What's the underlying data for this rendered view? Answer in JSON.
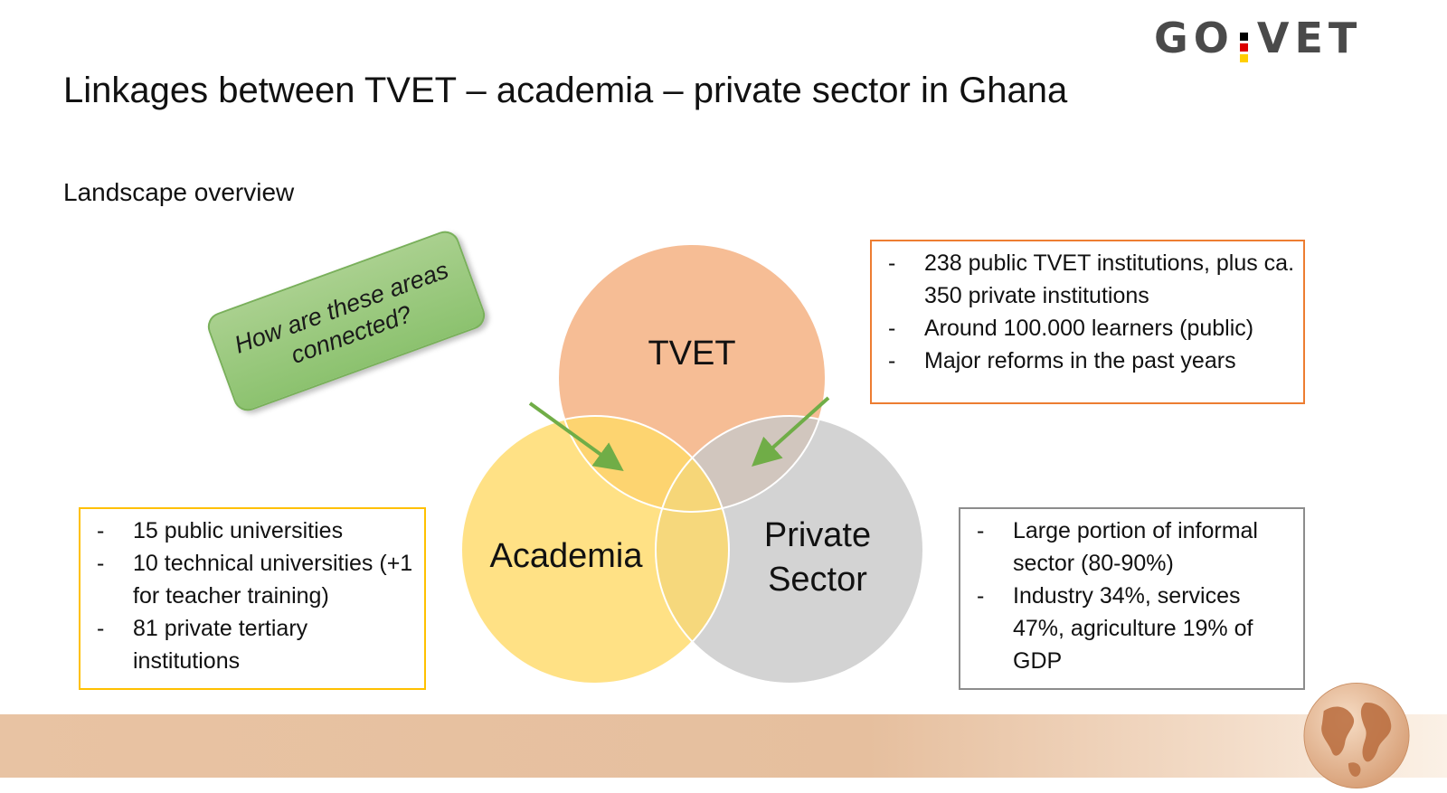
{
  "logo": {
    "left": "GO",
    "right": "VET",
    "flag_colors": [
      "#000000",
      "#dd0000",
      "#ffce00"
    ]
  },
  "title": "Linkages between TVET – academia – private sector in Ghana",
  "subtitle": "Landscape overview",
  "callout": {
    "lines": [
      "How are these areas",
      "connected?"
    ]
  },
  "venn": {
    "tvet_label": "TVET",
    "academia_label": "Academia",
    "private_label_lines": [
      "Private",
      "Sector"
    ],
    "colors": {
      "tvet": "#f4b183",
      "academia": "#ffd966",
      "private": "#cfcfcf",
      "arrow": "#70ad47"
    }
  },
  "boxes": {
    "tvet": {
      "items": [
        "238 public TVET institutions, plus ca. 350 private institutions",
        "Around 100.000 learners (public)",
        "Major reforms in the past years"
      ]
    },
    "academia": {
      "items": [
        "15 public universities",
        "10 technical universities (+1 for teacher training)",
        "81 private tertiary institutions"
      ]
    },
    "private": {
      "items": [
        "Large portion of informal sector (80-90%)",
        "Industry 34%, services 47%, agriculture 19% of GDP"
      ]
    }
  }
}
